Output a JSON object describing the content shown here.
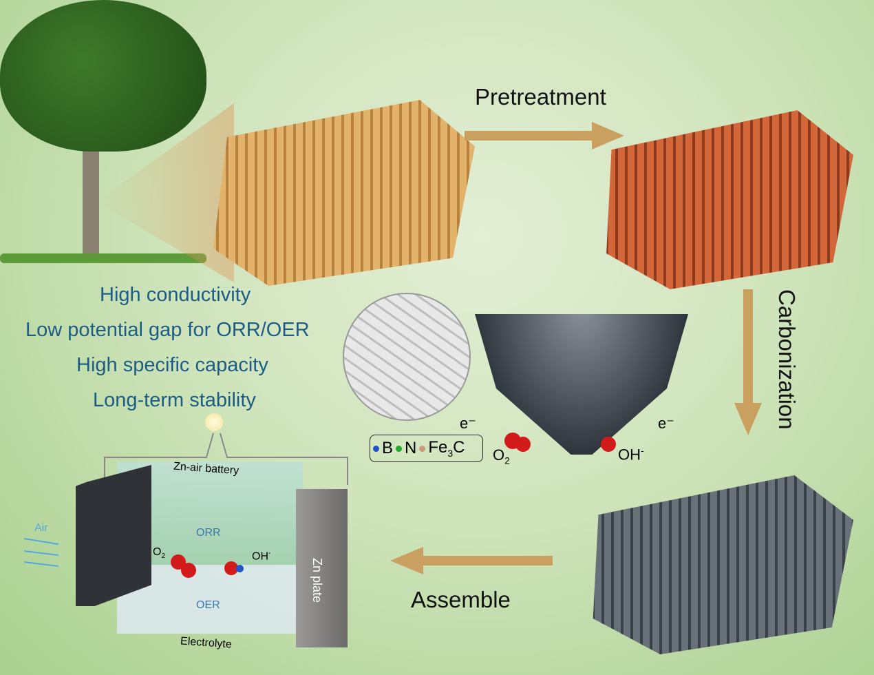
{
  "steps": {
    "pretreatment": "Pretreatment",
    "carbonization": "Carbonization",
    "assemble": "Assemble"
  },
  "properties": [
    "High conductivity",
    "Low potential gap for ORR/OER",
    "High specific capacity",
    "Long-term stability"
  ],
  "legend": {
    "b": "B",
    "n": "N",
    "fe3c_main": "Fe",
    "fe3c_sub": "3",
    "fe3c_end": "C"
  },
  "channel": {
    "electron_left": "e⁻",
    "electron_right": "e⁻",
    "o2": "O",
    "o2_sub": "2",
    "oh": "OH",
    "oh_sup": "-"
  },
  "battery": {
    "title": "Zn-air battery",
    "air": "Air",
    "orr": "ORR",
    "oer": "OER",
    "o2": "O",
    "o2_sub": "2",
    "oh": "OH",
    "oh_sup": "-",
    "zn_plate": "Zn plate",
    "electrolyte": "Electrolyte"
  },
  "colors": {
    "arrow": "#c9a060",
    "text_blue": "#1d5c86",
    "wood": "#d9a35a",
    "pretreated": "#c65a2e",
    "carbon": "#4f5860"
  }
}
